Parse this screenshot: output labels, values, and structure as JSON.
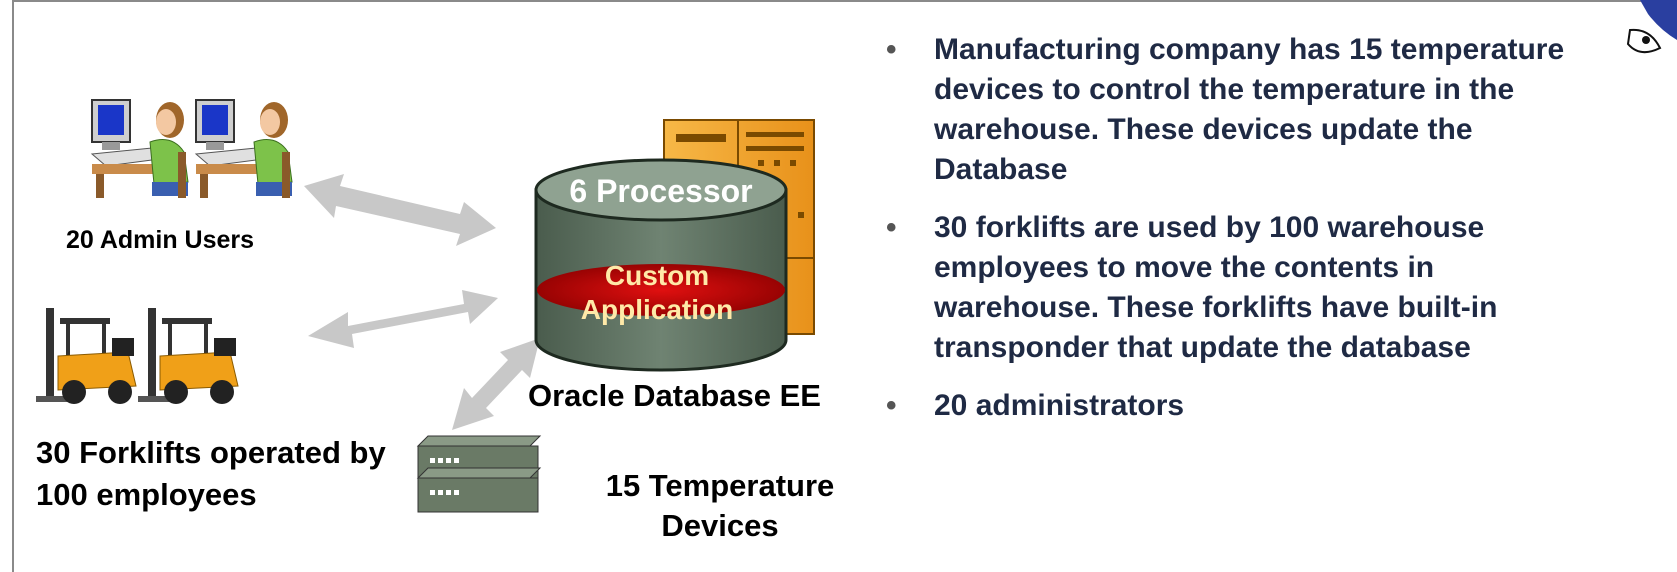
{
  "labels": {
    "admin_users": "20 Admin Users",
    "forklifts": "30 Forklifts operated by 100 employees",
    "database": "Oracle Database EE",
    "temperature": "15 Temperature Devices",
    "processor": "6 Processor",
    "custom_app_line1": "Custom",
    "custom_app_line2": "Application"
  },
  "bullets": [
    "Manufacturing company has 15 temperature devices to control the temperature in the warehouse. These devices update the Database",
    "30 forklifts are used by 100 warehouse employees to move the contents in warehouse.  These forklifts have built-in transponder that update the database",
    "20 administrators"
  ],
  "colors": {
    "db_body": "#5f7262",
    "db_top": "#7a8d7c",
    "app_oval": "#b00000",
    "server": "#f5a623",
    "arrow": "#c8c8c8",
    "device": "#6a7a66",
    "bullet_text": "#1f2a44"
  }
}
